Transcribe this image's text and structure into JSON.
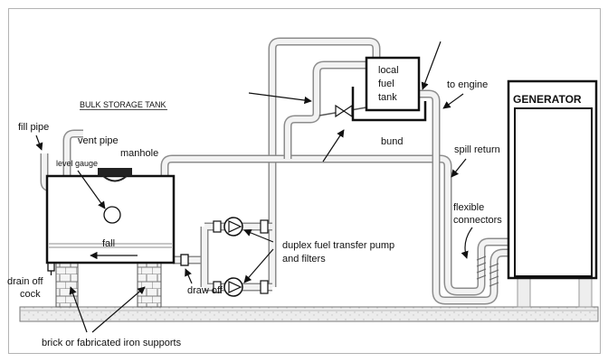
{
  "labels": {
    "bulk_storage_tank": "BULK STORAGE TANK",
    "vent_pipe": "vent pipe",
    "fill_pipe": "fill pipe",
    "manhole": "manhole",
    "level_gauge": "level gauge",
    "fall": "fall",
    "drain_off_cock": [
      "drain off",
      "cock"
    ],
    "draw_off": "draw off",
    "supports": "brick or fabricated iron supports",
    "pumps": [
      "duplex fuel transfer pump",
      "and filters"
    ],
    "local_fuel_tank": [
      "local",
      "fuel",
      "tank"
    ],
    "bund": "bund",
    "to_engine": "to engine",
    "generator": "GENERATOR",
    "spill_return": "spill return",
    "flexible_connectors": [
      "flexible",
      "connectors"
    ]
  },
  "colors": {
    "ink": "#111111",
    "pipe_outline": "#8c8c8c",
    "pipe_fill": "#f2f2f2",
    "frame": "#b3b3b3",
    "ground": "#ececec"
  }
}
